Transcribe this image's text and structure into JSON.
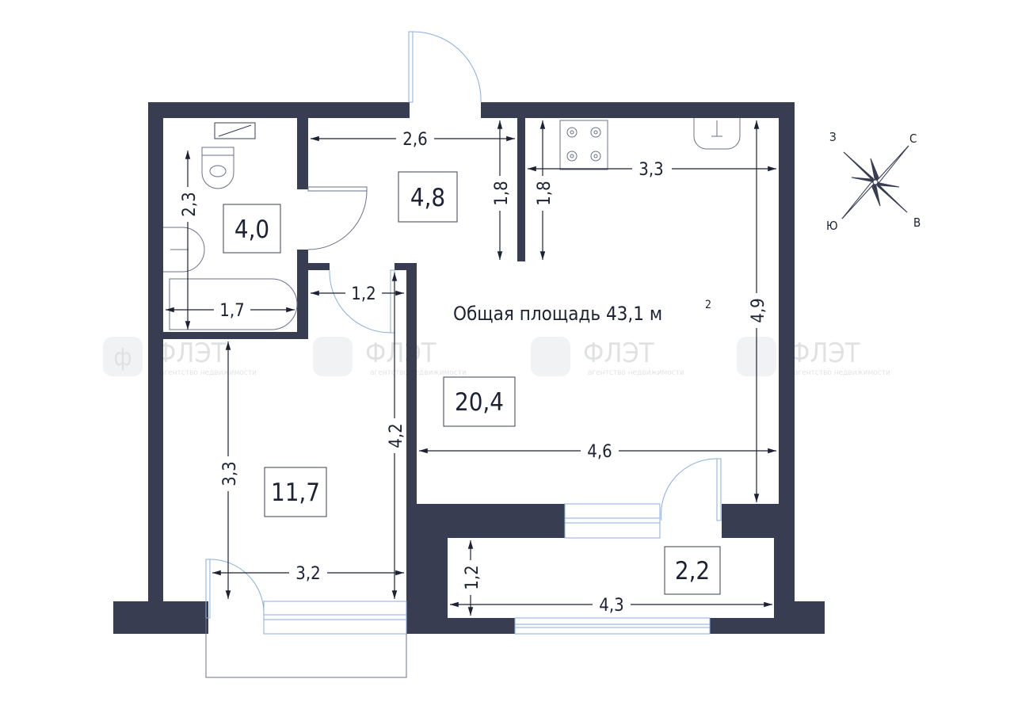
{
  "plan": {
    "total_area_label": "Общая площадь 43,1 м",
    "total_area_sup": "2"
  },
  "rooms": {
    "bathroom": "4,0",
    "hall": "4,8",
    "living": "20,4",
    "bedroom": "11,7",
    "balcony": "2,2"
  },
  "dimensions": {
    "hall_width": "2,6",
    "hall_depth": "1,8",
    "kitchen_depth": "1,8",
    "kitchen_width": "3,3",
    "bath_height": "2,3",
    "bath_width": "1,7",
    "corridor_width": "1,2",
    "living_height": "4,9",
    "living_width": "4,6",
    "bedroom_depth": "4,2",
    "bedroom_height": "3,3",
    "bedroom_width": "3,2",
    "balcony_depth": "1,2",
    "balcony_width": "4,3"
  },
  "compass": {
    "north": "С",
    "west": "З",
    "east": "В",
    "south": "Ю"
  },
  "watermark": {
    "text": "ФЛЭТ",
    "subtext": "агентство недвижимости",
    "mark": "ф"
  },
  "colors": {
    "wall": "#383d52",
    "window": "#8aaedc",
    "text": "#1c2233"
  }
}
